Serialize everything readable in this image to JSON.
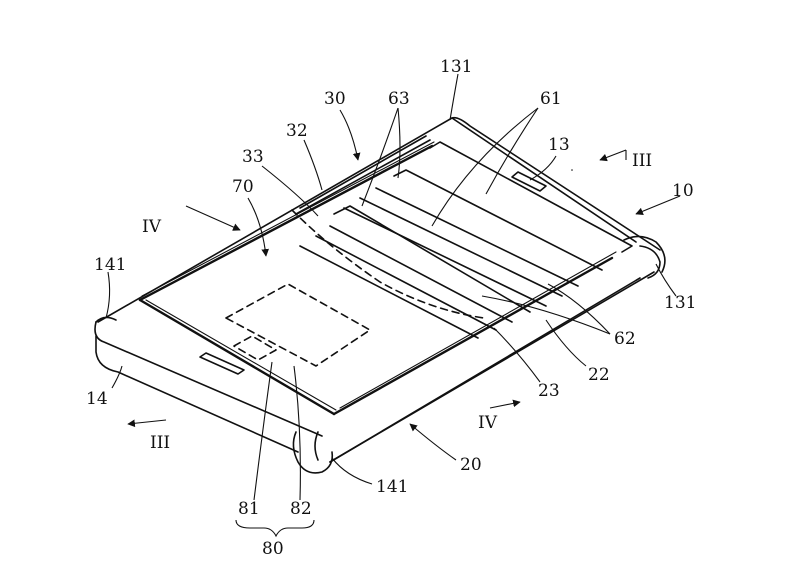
{
  "labels": {
    "l10": "10",
    "l13": "13",
    "l131a": "131",
    "l131b": "131",
    "l14": "14",
    "l141a": "141",
    "l141b": "141",
    "l20": "20",
    "l22": "22",
    "l23": "23",
    "l30": "30",
    "l32": "32",
    "l33": "33",
    "l61": "61",
    "l62": "62",
    "l63": "63",
    "l70": "70",
    "l80": "80",
    "l81": "81",
    "l82": "82",
    "sec_iii_right": "III",
    "sec_iii_left": "III",
    "sec_iv_left": "IV",
    "sec_iv_right": "IV"
  }
}
